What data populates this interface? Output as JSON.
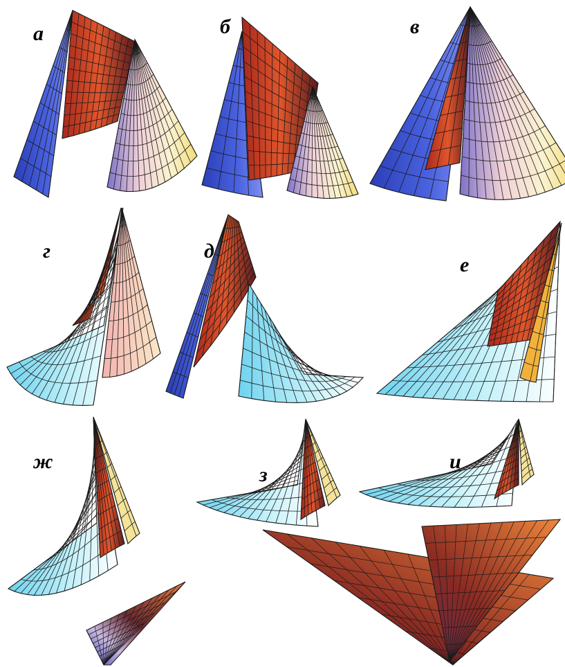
{
  "figure": {
    "panels": [
      {
        "label": "а",
        "surface": "cone-with-cut-strip"
      },
      {
        "label": "б",
        "surface": "cone-with-cut-strip"
      },
      {
        "label": "в",
        "surface": "cone-with-cut-strip"
      },
      {
        "label": "г",
        "surface": "twisted-cone"
      },
      {
        "label": "д",
        "surface": "twisted-cone"
      },
      {
        "label": "е",
        "surface": "twisted-cone"
      },
      {
        "label": "ж",
        "surface": "twisted-cone-with-lower-sheet"
      },
      {
        "label": "з",
        "surface": "twisted-cone-with-lower-sheet"
      },
      {
        "label": "и",
        "surface": "twisted-cone-with-lower-sheet"
      }
    ],
    "colors": {
      "blue": "#3a4fcf",
      "red": "#c6392a",
      "cream": "#f7eab8",
      "cyan": "#8fe1f3",
      "mesh": "#1a1a1a"
    }
  }
}
